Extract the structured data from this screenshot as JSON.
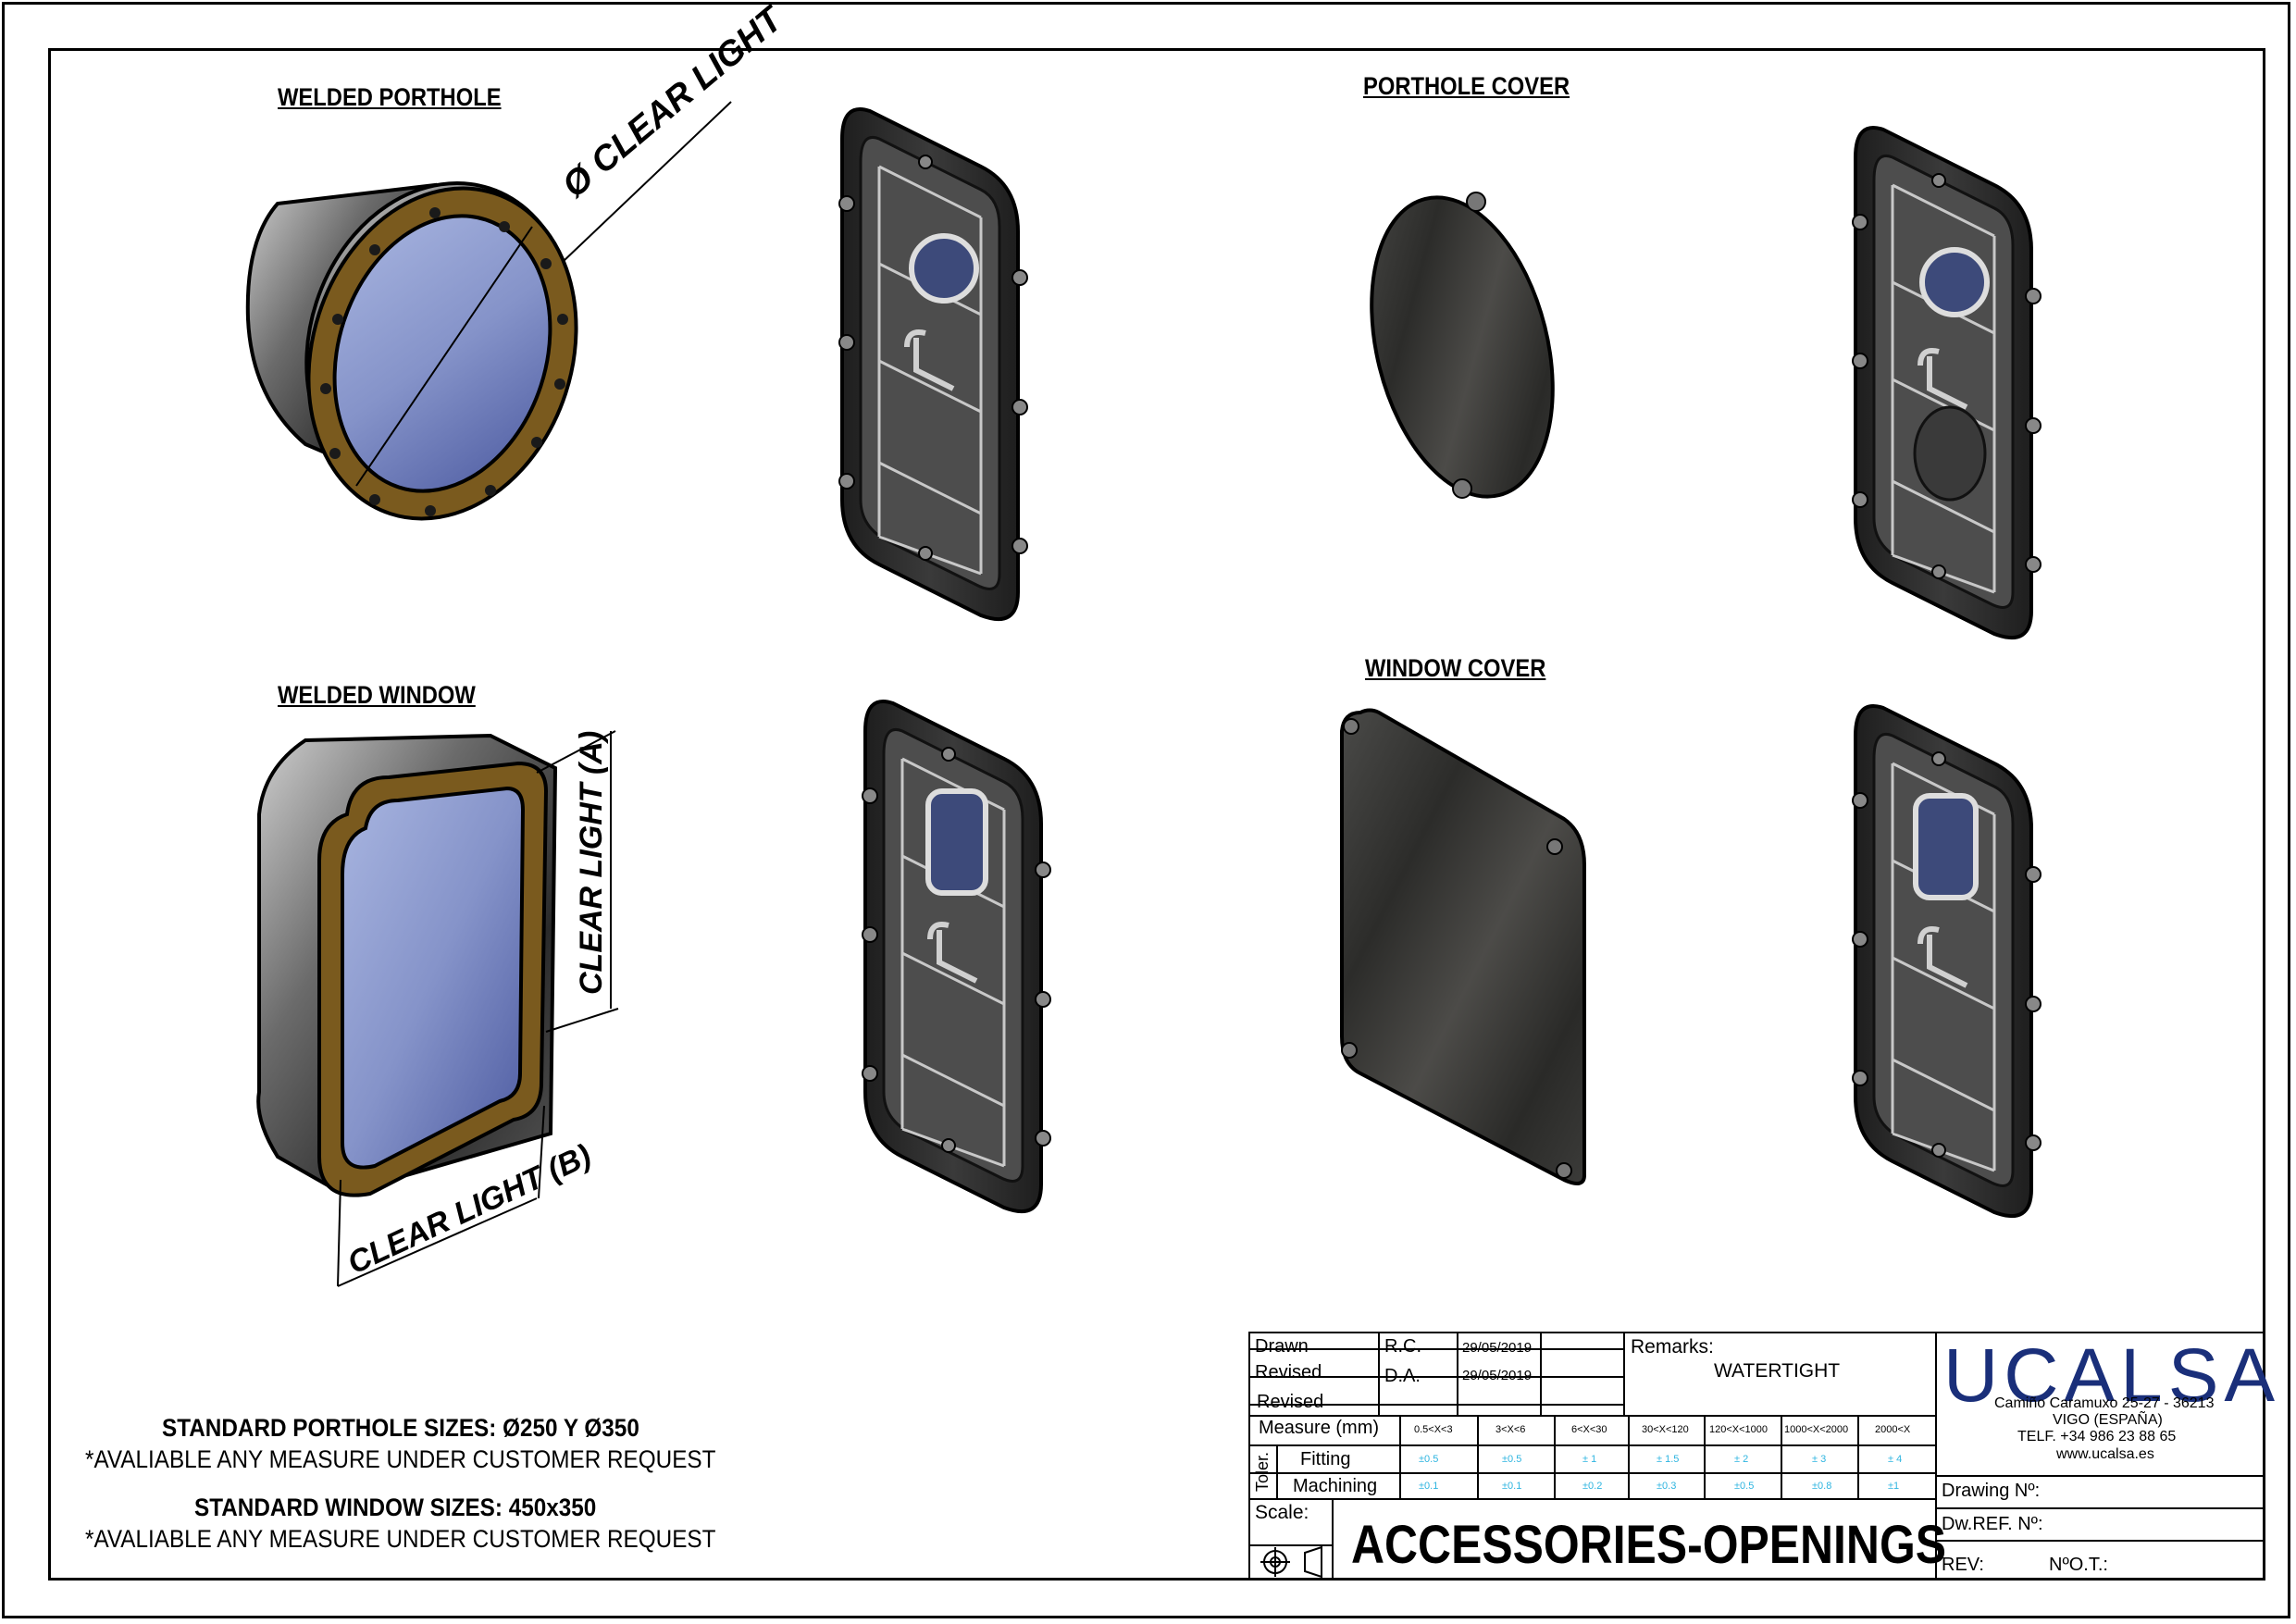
{
  "headings": {
    "welded_porthole": "WELDED PORTHOLE",
    "porthole_cover": "PORTHOLE COVER",
    "welded_window": "WELDED WINDOW",
    "window_cover": "WINDOW COVER"
  },
  "dimensions": {
    "porthole_diameter": "Ø CLEAR LIGHT",
    "window_a": "CLEAR LIGHT (A)",
    "window_b": "CLEAR LIGHT (B)"
  },
  "notes": {
    "porthole_sizes": "STANDARD PORTHOLE SIZES: Ø250 Y Ø350",
    "porthole_request": "*AVALIABLE ANY MEASURE UNDER CUSTOMER REQUEST",
    "window_sizes": "STANDARD WINDOW SIZES: 450x350",
    "window_request": "*AVALIABLE ANY MEASURE UNDER CUSTOMER REQUEST"
  },
  "title_block": {
    "drawn_label": "Drawn",
    "drawn_by": "R.C.",
    "drawn_date": "29/05/2019",
    "revised_label": "Revised",
    "revised_by": "D.A.",
    "revised_date": "29/05/2019",
    "revised2_label": "Revised",
    "remarks_label": "Remarks:",
    "remarks_value": "WATERTIGHT",
    "measure_label": "Measure (mm)",
    "ranges": [
      "0.5<X<3",
      "3<X<6",
      "6<X<30",
      "30<X<120",
      "120<X<1000",
      "1000<X<2000",
      "2000<X"
    ],
    "toler_label": "Toler.",
    "fitting_label": "Fitting",
    "fitting_values": [
      "±0.5",
      "±0.5",
      "± 1",
      "± 1.5",
      "± 2",
      "± 3",
      "± 4"
    ],
    "machining_label": "Machining",
    "machining_values": [
      "±0.1",
      "±0.1",
      "±0.2",
      "±0.3",
      "±0.5",
      "±0.8",
      "±1"
    ],
    "scale_label": "Scale:",
    "title": "ACCESSORIES-OPENINGS",
    "drawing_no_label": "Drawing Nº:",
    "dw_ref_label": "Dw.REF. Nº:",
    "rev_label": "REV:",
    "ot_label": "NºO.T.:"
  },
  "company": {
    "logo": "UCALSA",
    "address1": "Camiño Caramuxo 25-27 - 36213",
    "address2": "VIGO (ESPAÑA)",
    "phone": "TELF. +34 986 23 88 65",
    "web": "www.ucalsa.es"
  },
  "colors": {
    "glass": "#7f8fc6",
    "bronze": "#7a5a1e",
    "dark_steel": "#3a3a3a",
    "logo_blue": "#1a2f7a",
    "tolerance_cyan": "#2fb5e0"
  }
}
